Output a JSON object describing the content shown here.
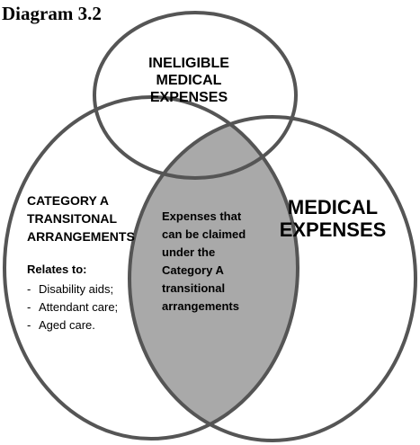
{
  "diagram": {
    "title": "Diagram 3.2",
    "circles": {
      "ineligible": {
        "lines": [
          "INELIGIBLE",
          "MEDICAL",
          "EXPENSES"
        ]
      },
      "category_a": {
        "heading_lines": [
          "CATEGORY A",
          "TRANSITONAL",
          "ARRANGEMENTS"
        ],
        "relates_to_label": "Relates to:",
        "items": [
          "Disability aids;",
          "Attendant care;",
          "Aged care."
        ]
      },
      "medical": {
        "lines": [
          "MEDICAL",
          "EXPENSES"
        ]
      },
      "intersection": {
        "lines": [
          "Expenses that",
          "can be claimed",
          "under the",
          "Category A",
          "transitional",
          "arrangements"
        ]
      }
    },
    "colors": {
      "stroke": "#555555",
      "intersection_fill": "#a9a9a9",
      "text": "#000000",
      "background": "#ffffff"
    }
  }
}
